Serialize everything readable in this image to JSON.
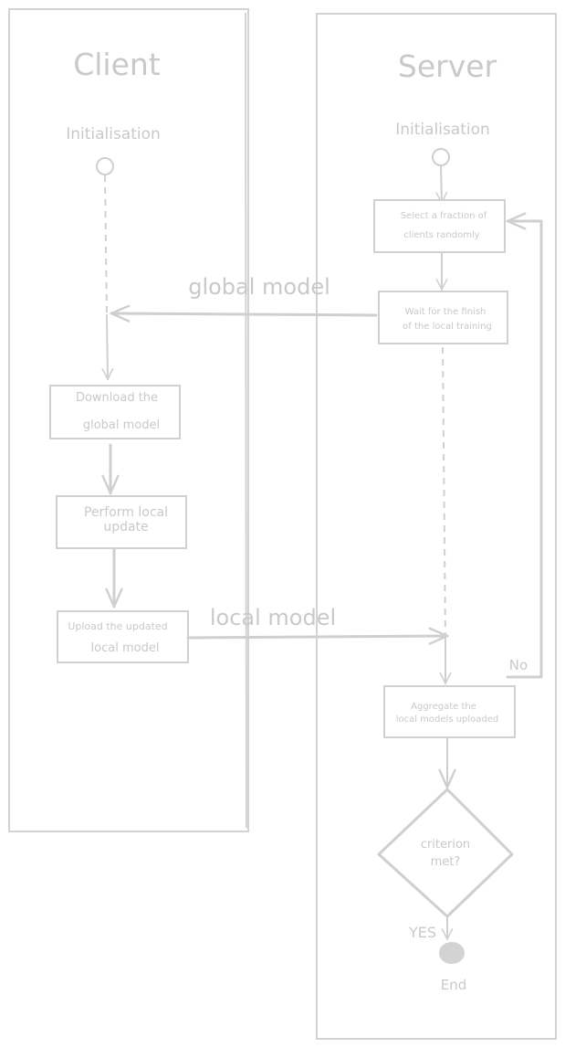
{
  "client": {
    "title": "Client",
    "init_label": "Initialisation",
    "steps": {
      "download_line1": "Download the",
      "download_line2": "global model",
      "perform_line1": "Perform local",
      "perform_line2": "update",
      "upload_line1": "Upload the updated",
      "upload_line2": "local model"
    }
  },
  "server": {
    "title": "Server",
    "init_label": "Initialisation",
    "steps": {
      "select_line1": "Select a fraction of",
      "select_line2": "clients randomly",
      "wait_line1": "Wait for the finish",
      "wait_line2": "of the local training",
      "aggregate_line1": "Aggregate the",
      "aggregate_line2": "local models uploaded"
    },
    "decision_line1": "criterion",
    "decision_line2": "met?",
    "no_label": "No",
    "yes_label": "YES",
    "end_label": "End"
  },
  "edges": {
    "global_model": "global model",
    "local_model": "local model"
  },
  "colors": {
    "stroke": "#cfcfcf",
    "text": "#c9c9c9",
    "end_node": "#d3d3d3"
  }
}
